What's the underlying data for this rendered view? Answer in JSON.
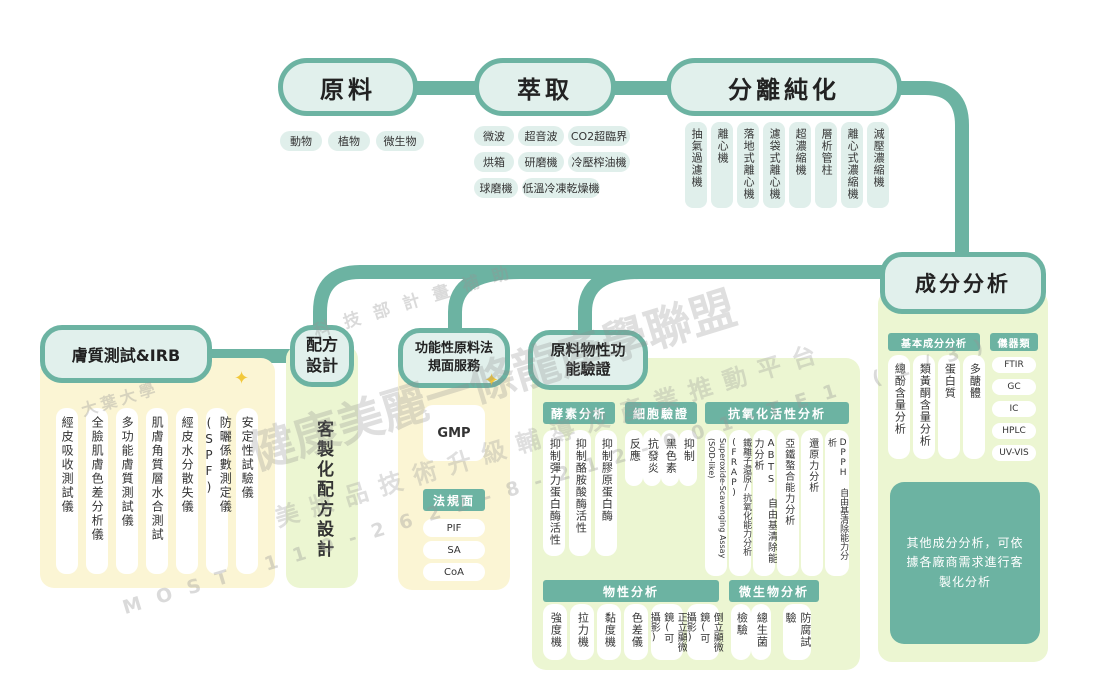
{
  "stages": {
    "raw": "原料",
    "extract": "萃取",
    "separate": "分離純化",
    "analysis": "成分分析"
  },
  "raw_tags": [
    "動物",
    "植物",
    "微生物"
  ],
  "extract_tags": [
    "微波",
    "超音波",
    "CO2超臨界",
    "烘箱",
    "研磨機",
    "冷壓榨油機",
    "球磨機",
    "低溫冷凍乾燥機"
  ],
  "separate_items": [
    "抽氣過濾機",
    "離心機",
    "落地式離心機",
    "濾袋式離心機",
    "超濃縮機",
    "層析管柱",
    "離心式濃縮機",
    "減壓濃縮機"
  ],
  "skin": {
    "title": "膚質測試&IRB",
    "items": [
      "經皮吸收測試儀",
      "全臉肌膚色差分析儀",
      "多功能膚質測試儀",
      "肌膚角質層水合測試",
      "經皮水分散失儀",
      "防曬係數測定儀(SPF)",
      "安定性試驗儀"
    ]
  },
  "formula": {
    "title": "配方設計",
    "body": "客製化配方設計"
  },
  "regulation": {
    "title": "功能性原料法規面服務",
    "gmp": "GMP",
    "law_head": "法規面",
    "law_items": [
      "PIF",
      "SA",
      "CoA"
    ]
  },
  "function": {
    "title": "原料物性功能驗證",
    "enzyme_head": "酵素分析",
    "enzyme_items": [
      "抑制彈力蛋白酶活性",
      "抑制酪胺酸酶活性",
      "抑制膠原蛋白酶"
    ],
    "cell_head": "細胞驗證",
    "cell_items": [
      "反應",
      "抗發炎",
      "黑色素",
      "抑制"
    ],
    "antiox_head": "抗氧化活性分析",
    "antiox_items": [
      "Superoxide-Scavenging Assay (SOD-like)",
      "鐵離子還原/抗氧化能力分析 (FRAP)",
      "ABTS 自由基清除能力分析",
      "亞鐵螯合能力分析",
      "還原力分析",
      "DPPH 自由基清除能力分析"
    ],
    "physical_head": "物性分析",
    "physical_items": [
      "強度機",
      "拉力機",
      "黏度機",
      "色差儀",
      "正立顯微鏡(可攝影)",
      "倒立顯微鏡(可攝影)"
    ],
    "micro_head": "微生物分析",
    "micro_items": [
      "總生菌",
      "檢驗",
      "防腐試驗"
    ]
  },
  "analysis": {
    "basic_head": "基本成分分析",
    "basic_items": [
      "總酚含量分析",
      "類黃酮含量分析",
      "蛋白質",
      "多醣體"
    ],
    "inst_head": "儀器類",
    "inst_items": [
      "FTIR",
      "GC",
      "IC",
      "HPLC",
      "UV-VIS"
    ],
    "note": "其他成分分析，可依據各廠商需求進行客製化分析"
  },
  "watermark": {
    "line1": "健康美麗一條龍產學聯盟",
    "line2": "科技部計畫補助",
    "line3": "美妝品技術升級輔導及產業推動平台",
    "line4": "MOST 110-2622-8-212-001-TE1 (1/3)",
    "line5": "大葉大學"
  },
  "colors": {
    "accent": "#6cb3a2",
    "pill_bg": "#e1f0ec",
    "yellow_panel": "#fbf5d4",
    "green_panel": "#ecf6d2"
  }
}
